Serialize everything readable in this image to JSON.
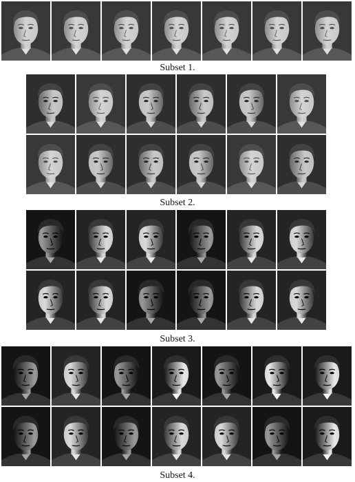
{
  "subsets": [
    {
      "caption": "Subset 1.",
      "rows": [
        [
          "frontal",
          "frontal",
          "frontal",
          "frontal",
          "frontal",
          "frontal",
          "frontal"
        ]
      ]
    },
    {
      "caption": "Subset 2.",
      "rows": [
        [
          "right-soft",
          "frontal",
          "left-soft",
          "right-soft",
          "left-soft",
          "frontal"
        ],
        [
          "frontal",
          "left-soft",
          "right-soft",
          "left-soft",
          "frontal",
          "right-soft"
        ]
      ]
    },
    {
      "caption": "Subset 3.",
      "rows": [
        [
          "dark-left",
          "right-mid",
          "left-mid",
          "dark-right",
          "right-mid",
          "left-mid"
        ],
        [
          "left-mid",
          "right-mid",
          "dark-left",
          "dark-right",
          "right-mid",
          "left-mid"
        ]
      ]
    },
    {
      "caption": "Subset 4.",
      "rows": [
        [
          "dark-right",
          "left-mid",
          "dark-left",
          "right-hard",
          "dark-left",
          "left-hard",
          "right-hard"
        ],
        [
          "dark-right",
          "left-mid",
          "dark-right",
          "right-mid",
          "left-mid",
          "dark-left",
          "right-hard"
        ]
      ]
    }
  ]
}
